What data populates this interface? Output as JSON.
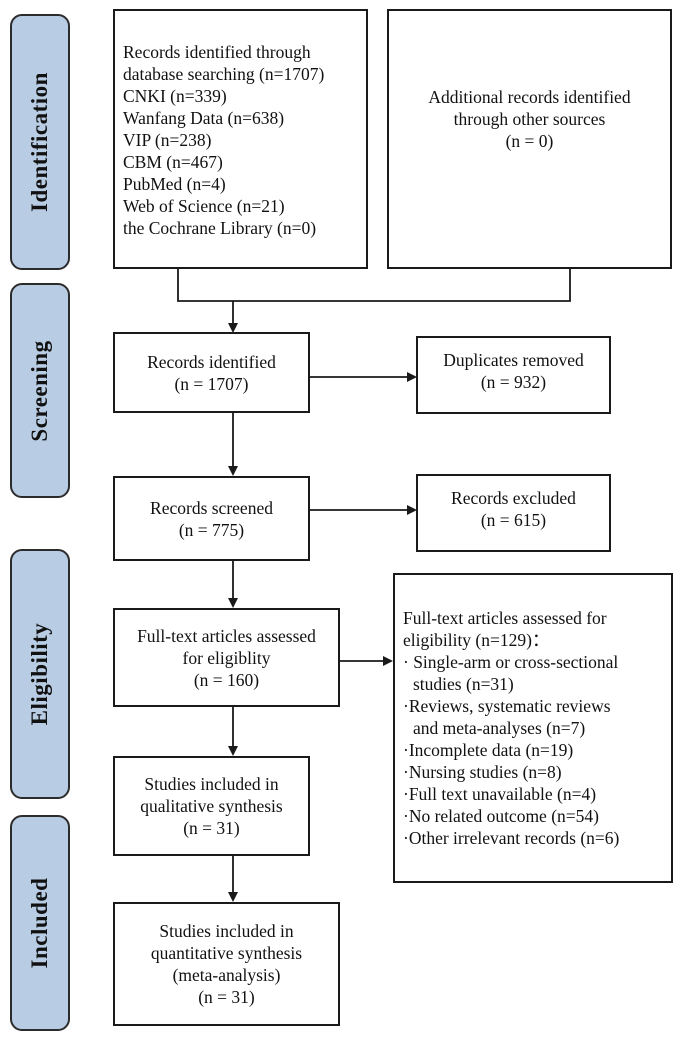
{
  "phases": {
    "identification": "Identification",
    "screening": "Screening",
    "eligibility": "Eligibility",
    "included": "Included"
  },
  "boxes": {
    "records_db": {
      "lines": [
        "Records identified through",
        "database searching (n=1707)",
        "CNKI (n=339)",
        "Wanfang Data (n=638)",
        "VIP (n=238)",
        "CBM (n=467)",
        "PubMed (n=4)",
        "Web of Science (n=21)",
        "the Cochrane Library (n=0)"
      ]
    },
    "additional": {
      "lines": [
        "Additional records identified",
        "through other sources",
        "(n = 0)"
      ]
    },
    "records_identified": {
      "lines": [
        "Records identified",
        "(n = 1707)"
      ]
    },
    "duplicates": {
      "lines": [
        "Duplicates removed",
        "(n = 932)"
      ]
    },
    "screened": {
      "lines": [
        "Records screened",
        "(n = 775)"
      ]
    },
    "excluded": {
      "lines": [
        "Records excluded",
        "(n = 615)"
      ]
    },
    "fulltext": {
      "lines": [
        "Full-text articles assessed",
        "for eligiblity",
        "(n = 160)"
      ]
    },
    "fulltext_excluded": {
      "lines": [
        "Full-text articles assessed for",
        "eligibility (n=129)：",
        "·  Single-arm or cross-sectional",
        "studies (n=31)",
        "·Reviews, systematic reviews",
        " and meta-analyses (n=7)",
        "·Incomplete data (n=19)",
        "·Nursing studies (n=8)",
        "·Full text unavailable (n=4)",
        "·No related outcome (n=54)",
        "·Other irrelevant records (n=6)"
      ]
    },
    "qualitative": {
      "lines": [
        "Studies included in",
        "qualitative synthesis",
        "(n = 31)"
      ]
    },
    "quantitative": {
      "lines": [
        "Studies included in",
        "quantitative synthesis",
        "(meta-analysis)",
        "(n = 31)"
      ]
    }
  }
}
